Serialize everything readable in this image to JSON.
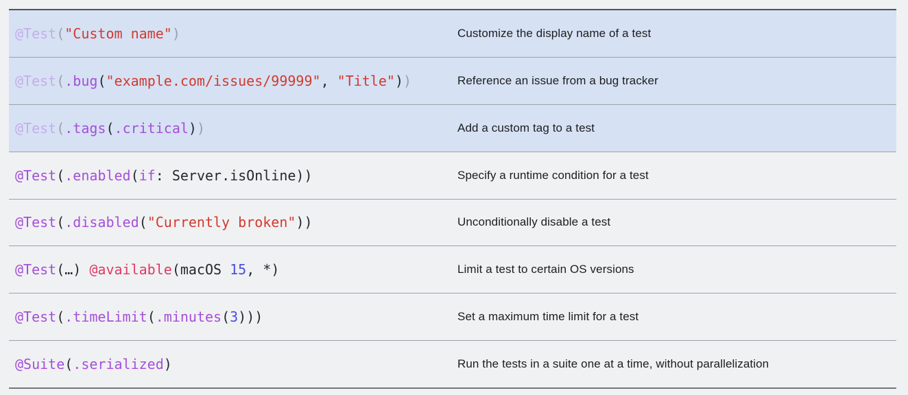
{
  "colors": {
    "page_background": "#f0f1f3",
    "highlight_row_background": "#d6e1f4",
    "table_top_border": "#4e525a",
    "table_bottom_border": "#74777c",
    "row_separator": "#9ba1aa",
    "code_attribute_purple": "#a44fd8",
    "code_plain_dark": "#25282e",
    "code_string_red": "#d13a2e",
    "code_available_pink": "#df3a64",
    "code_number_blue": "#4a4fdd",
    "description_text": "#1d1d1f"
  },
  "table": {
    "rows": [
      {
        "highlighted": true,
        "code_text": "@Test(\"Custom name\")",
        "code": [
          {
            "text": "@Test",
            "type": "attr",
            "dim": true
          },
          {
            "text": "(",
            "type": "plain",
            "dim": true
          },
          {
            "text": "\"Custom name\"",
            "type": "string"
          },
          {
            "text": ")",
            "type": "plain",
            "dim": true
          }
        ],
        "description": "Customize the display name of a test"
      },
      {
        "highlighted": true,
        "code_text": "@Test(.bug(\"example.com/issues/99999\", \"Title\"))",
        "code": [
          {
            "text": "@Test",
            "type": "attr",
            "dim": true
          },
          {
            "text": "(",
            "type": "plain",
            "dim": true
          },
          {
            "text": ".bug",
            "type": "attr"
          },
          {
            "text": "(",
            "type": "plain"
          },
          {
            "text": "\"example.com/issues/99999\"",
            "type": "string"
          },
          {
            "text": ", ",
            "type": "plain"
          },
          {
            "text": "\"Title\"",
            "type": "string"
          },
          {
            "text": ")",
            "type": "plain"
          },
          {
            "text": ")",
            "type": "plain",
            "dim": true
          }
        ],
        "description": "Reference an issue from a bug tracker"
      },
      {
        "highlighted": true,
        "code_text": "@Test(.tags(.critical))",
        "code": [
          {
            "text": "@Test",
            "type": "attr",
            "dim": true
          },
          {
            "text": "(",
            "type": "plain",
            "dim": true
          },
          {
            "text": ".tags",
            "type": "attr"
          },
          {
            "text": "(",
            "type": "plain"
          },
          {
            "text": ".critical",
            "type": "attr"
          },
          {
            "text": ")",
            "type": "plain"
          },
          {
            "text": ")",
            "type": "plain",
            "dim": true
          }
        ],
        "description": "Add a custom tag to a test"
      },
      {
        "highlighted": false,
        "code_text": "@Test(.enabled(if: Server.isOnline))",
        "code": [
          {
            "text": "@Test",
            "type": "attr"
          },
          {
            "text": "(",
            "type": "plain"
          },
          {
            "text": ".enabled",
            "type": "attr"
          },
          {
            "text": "(",
            "type": "plain"
          },
          {
            "text": "if",
            "type": "attr"
          },
          {
            "text": ": Server.isOnline))",
            "type": "plain"
          }
        ],
        "description": "Specify a runtime condition for a test"
      },
      {
        "highlighted": false,
        "code_text": "@Test(.disabled(\"Currently broken\"))",
        "code": [
          {
            "text": "@Test",
            "type": "attr"
          },
          {
            "text": "(",
            "type": "plain"
          },
          {
            "text": ".disabled",
            "type": "attr"
          },
          {
            "text": "(",
            "type": "plain"
          },
          {
            "text": "\"Currently broken\"",
            "type": "string"
          },
          {
            "text": "))",
            "type": "plain"
          }
        ],
        "description": "Unconditionally disable a test"
      },
      {
        "highlighted": false,
        "code_text": "@Test(…) @available(macOS 15, *)",
        "code": [
          {
            "text": "@Test",
            "type": "attr"
          },
          {
            "text": "(…) ",
            "type": "plain"
          },
          {
            "text": "@available",
            "type": "avail"
          },
          {
            "text": "(macOS ",
            "type": "plain"
          },
          {
            "text": "15",
            "type": "num"
          },
          {
            "text": ", *)",
            "type": "plain"
          }
        ],
        "description": "Limit a test to certain OS versions"
      },
      {
        "highlighted": false,
        "code_text": "@Test(.timeLimit(.minutes(3)))",
        "code": [
          {
            "text": "@Test",
            "type": "attr"
          },
          {
            "text": "(",
            "type": "plain"
          },
          {
            "text": ".timeLimit",
            "type": "attr"
          },
          {
            "text": "(",
            "type": "plain"
          },
          {
            "text": ".minutes",
            "type": "attr"
          },
          {
            "text": "(",
            "type": "plain"
          },
          {
            "text": "3",
            "type": "num"
          },
          {
            "text": ")))",
            "type": "plain"
          }
        ],
        "description": "Set a maximum time limit for a test"
      },
      {
        "highlighted": false,
        "code_text": "@Suite(.serialized)",
        "code": [
          {
            "text": "@Suite",
            "type": "attr"
          },
          {
            "text": "(",
            "type": "plain"
          },
          {
            "text": ".serialized",
            "type": "attr"
          },
          {
            "text": ")",
            "type": "plain"
          }
        ],
        "description": "Run the tests in a suite one at a time, without parallelization"
      }
    ]
  }
}
